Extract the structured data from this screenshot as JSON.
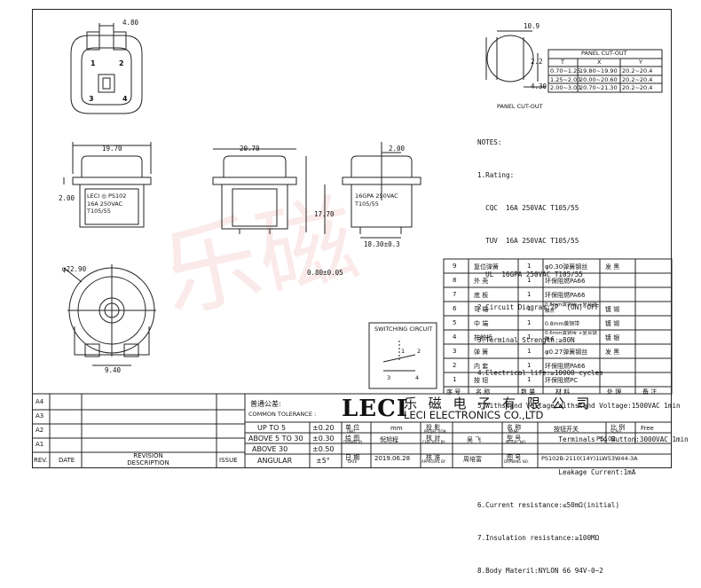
{
  "watermark": "乐磁",
  "dimensions": {
    "top_width": "4.80",
    "cutout_width": "10.9",
    "cutout_h1": "2.2",
    "cutout_h2": "4.30",
    "front_width": "19.70",
    "side_width": "20.70",
    "side_right": "2.00",
    "front_height": "2.00",
    "total_height": "17.70",
    "pin": "0.80±0.05",
    "base_width": "18.30±0.3",
    "dia": "φ22.90",
    "bottom_width": "9.40"
  },
  "pin_numbers": [
    "1",
    "2",
    "3",
    "4"
  ],
  "panel_cutout": {
    "title": "PANEL CUT-OUT",
    "label": "PANEL CUT-OUT",
    "headers": [
      "T",
      "X",
      "Y"
    ],
    "rows": [
      [
        "0.70~1.25",
        "19.80~19.90",
        "20.2~20.4"
      ],
      [
        "1.25~2.00",
        "20.00~20.60",
        "20.2~20.4"
      ],
      [
        "2.00~3.00",
        "20.70~21.30",
        "20.2~20.4"
      ]
    ]
  },
  "button_text": {
    "line1": "LECI ◎ PS102",
    "line2": "16A 250VAC",
    "line3": "T105/55",
    "side1": "16GPA 250VAC",
    "side2": "T105/55"
  },
  "notes": [
    "NOTES:",
    "1.Rating:",
    "  CQC  16A 250VAC T105/55",
    "  TUV  16A 250VAC T105/55",
    "  UL  16GPA 250VAC T105/55",
    "2.Circuit Diagram:2P  (ON)-OFF",
    "3.Terminal Strength:≥80N",
    "4.Electrical life:≥10000 cycles",
    "5.Withstand Voltage:Withstand Voltage:1500VAC 1min",
    "                    Terminals to Button:3000VAC 1min",
    "                    Leakage Current:1mA",
    "6.Current resistance:≤50mΩ(initial)",
    "7.Insulation resistance:≥100MΩ",
    "8.Body Materil:NYLON 66 94V-0~2"
  ],
  "switching_circuit": {
    "title": "SWITCHING CIRCUIT",
    "pins": [
      "1",
      "2",
      "3",
      "4"
    ]
  },
  "bom": {
    "rows": [
      [
        "9",
        "复位弹簧",
        "1",
        "φ0.30弹簧钢丝",
        "发  黑"
      ],
      [
        "8",
        "外  壳",
        "1",
        "环保阻燃PA66",
        ""
      ],
      [
        "7",
        "底  板",
        "1",
        "环保阻燃PA66",
        ""
      ],
      [
        "6",
        "弯  端",
        "1",
        "0.8mm黄铜带 +复合银触点",
        "镀  锡"
      ],
      [
        "5",
        "中  端",
        "1",
        "0.8mm黄铜带",
        "镀  锡"
      ],
      [
        "4",
        "按触桥",
        "1",
        "0.6mm黄铜带 +复合银触点",
        "镀  银"
      ],
      [
        "3",
        "弹  簧",
        "1",
        "φ0.27弹簧钢丝",
        "发  黑"
      ],
      [
        "2",
        "内  套",
        "1",
        "环保阻燃PA66",
        ""
      ],
      [
        "1",
        "按  钮",
        "1",
        "环保阻燃PC",
        ""
      ]
    ],
    "header": [
      "序 号",
      "名  称",
      "数 量",
      "材    料",
      "处 理",
      "备 注"
    ]
  },
  "revision": {
    "rows": [
      "A4",
      "A3",
      "A2",
      "A1"
    ],
    "header": [
      "REV.",
      "DATE",
      "REVISION DESCRIPTION",
      "ISSUE"
    ]
  },
  "tolerance": {
    "title_cn": "普通公差:",
    "title_en": "COMMON TOLERANCE :",
    "rows": [
      [
        "UP TO 5",
        "±0.20"
      ],
      [
        "ABOVE 5 TO 30",
        "±0.30"
      ],
      [
        "ABOVE 30",
        "±0.50"
      ],
      [
        "ANGULAR",
        "±5°"
      ]
    ]
  },
  "title_block": {
    "logo": "LECI",
    "company_cn": "乐 磁 电 子 有 限 公 司",
    "company_en": "LECI ELECTRONICS CO.,LTD",
    "unit_cn": "单 位",
    "unit_en": "UNIT",
    "unit_val": "mm",
    "projection_cn": "投 影",
    "projection_en": "PROJECTION",
    "name_cn": "名 称",
    "name_en": "NAME",
    "name_val": "按钮开关",
    "scale_cn": "比 例",
    "scale_en": "SCALE",
    "scale_val": "Free",
    "drawn_cn": "绘 图",
    "drawn_en": "DRAWN BY",
    "drawn_val": "倪旭程",
    "checked_cn": "核 对",
    "checked_en": "CHECKED BY",
    "checked_val": "吴  飞",
    "model_cn": "型 号",
    "model_en": "MODEL NO.",
    "model_val": "PS102",
    "date_cn": "日 期",
    "date_en": "DATE",
    "date_val": "2019.06.28",
    "approved_cn": "核 准",
    "approved_en": "APPROVAL BY",
    "approved_val": "周培富",
    "drawing_cn": "图 号",
    "drawing_en": "DRAWING NO.",
    "drawing_val": "PS102B-2110(14Y)1LW53W44-3A"
  }
}
